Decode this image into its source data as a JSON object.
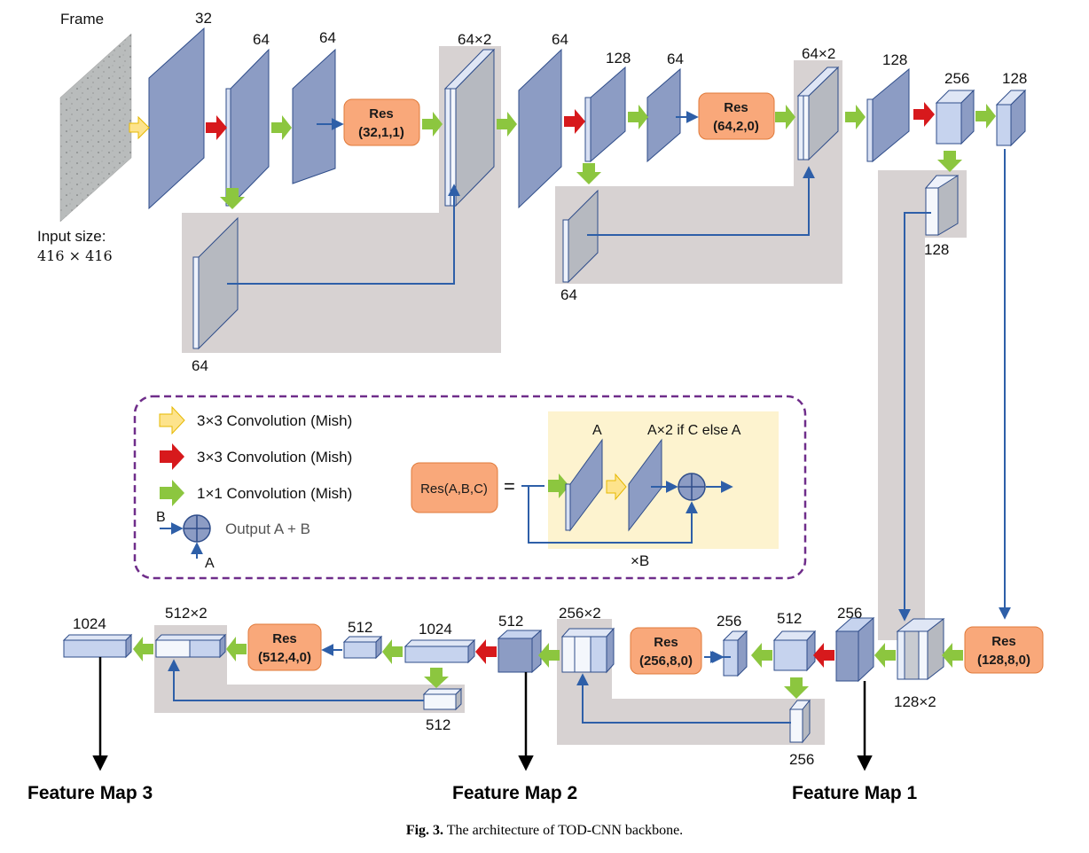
{
  "title_frame": "Frame",
  "input_size_label": "Input size:",
  "input_size_value": "416 × 416",
  "channels": {
    "c1": "32",
    "c2": "64",
    "c3": "64",
    "c4": "64×2",
    "c5": "64",
    "c6": "128",
    "c7": "64",
    "c8": "64×2",
    "c9": "128",
    "c10": "256",
    "c11": "128",
    "side1": "64",
    "side2": "64",
    "side3": "128",
    "b1": "256",
    "b2": "128×2",
    "b3": "512",
    "b4": "256",
    "b5": "256×2",
    "b6": "256",
    "b7": "512",
    "b8": "1024",
    "b9": "512",
    "b10": "512",
    "b11": "512×2",
    "b12": "1024"
  },
  "res_blocks": {
    "r1_title": "Res",
    "r1_args": "(32,1,1)",
    "r2_title": "Res",
    "r2_args": "(64,2,0)",
    "r3_title": "Res",
    "r3_args": "(128,8,0)",
    "r4_title": "Res",
    "r4_args": "(256,8,0)",
    "r5_title": "Res",
    "r5_args": "(512,4,0)"
  },
  "legend": {
    "conv_yellow": "3×3 Convolution (Mish)",
    "conv_red": "3×3 Convolution (Mish)",
    "conv_green": "1×1 Convolution (Mish)",
    "add_output": "Output A + B",
    "add_a": "A",
    "add_b": "B",
    "res_def": "Res(A,B,C)",
    "equals": "=",
    "res_a": "A",
    "res_a2": "A×2 if C else A",
    "repeat": "×B"
  },
  "feature_maps": {
    "fm1": "Feature Map 1",
    "fm2": "Feature Map 2",
    "fm3": "Feature Map 3"
  },
  "caption": {
    "prefix": "Fig. 3.",
    "text": "The architecture of TOD-CNN backbone."
  },
  "colors": {
    "layer_face": "#8c9cc4",
    "layer_edge": "#2f4d8a",
    "shadow_gray": "#d7d2d2",
    "res_fill": "#f9a87a",
    "legend_border": "#6f2d8a",
    "res_box_bg": "#fdf3cf",
    "blue_line": "#2e5fa8",
    "green_arrow": "#8cc63f",
    "red_arrow": "#d7191c",
    "yellow_arrow": "#fde38c"
  }
}
